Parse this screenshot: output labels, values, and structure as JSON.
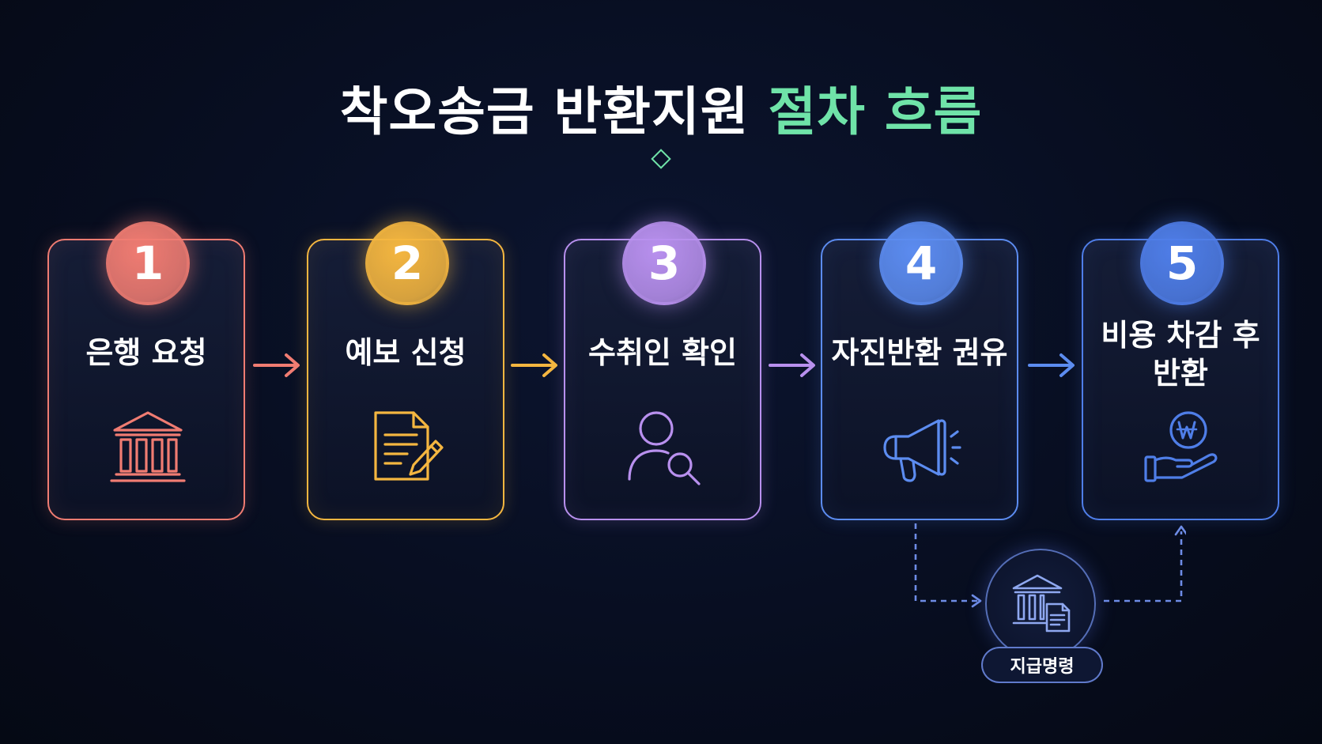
{
  "title": {
    "main": "착오송금 반환지원",
    "accent": "절차 흐름"
  },
  "steps": [
    {
      "number": "1",
      "label": "은행 요청",
      "icon": "bank-icon",
      "color": "#f07c72"
    },
    {
      "number": "2",
      "label": "예보 신청",
      "icon": "document-pen-icon",
      "color": "#f4b640"
    },
    {
      "number": "3",
      "label": "수취인 확인",
      "icon": "person-search-icon",
      "color": "#b890ee"
    },
    {
      "number": "4",
      "label": "자진반환 권유",
      "icon": "megaphone-icon",
      "color": "#5c8cf0"
    },
    {
      "number": "5",
      "label": "비용 차감 후 반환",
      "icon": "hand-won-coin-icon",
      "color": "#4f7ee8"
    }
  ],
  "branch": {
    "label": "지급명령",
    "icon": "court-document-icon",
    "color": "#6e8ce6"
  },
  "colors": {
    "background": "#070d1f",
    "accent": "#6fe3a8"
  }
}
